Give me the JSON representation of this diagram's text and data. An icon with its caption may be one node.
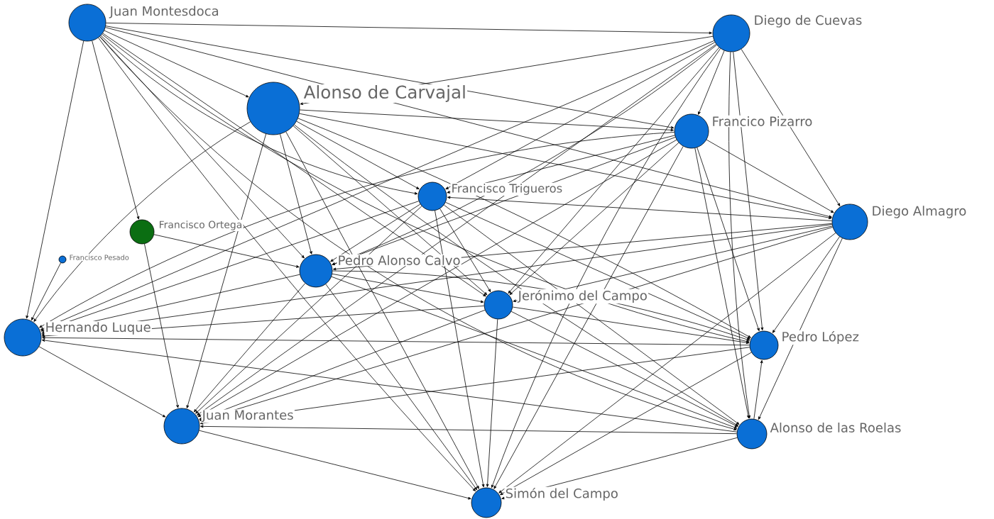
{
  "diagram": {
    "nodes": [
      {
        "text": [
          "Juan Montesdoca"
        ]
      },
      {
        "text": [
          "Diego de Cuevas"
        ]
      },
      {
        "text": [
          "Alonso de Carvajal"
        ]
      },
      {
        "text": [
          "Francico Pizarro"
        ]
      },
      {
        "text": [
          "Francisco Trigueros"
        ]
      },
      {
        "text": [
          "Diego Almagro"
        ]
      },
      {
        "text": [
          "Francisco Ortega"
        ]
      },
      {
        "text": [
          "Francisco Pesado"
        ]
      },
      {
        "text": [
          "Pedro Alonso Calvo"
        ]
      },
      {
        "text": [
          "Jerónimo del Campo"
        ]
      },
      {
        "text": [
          "Hernando Luque"
        ]
      },
      {
        "text": [
          "Pedro López"
        ]
      },
      {
        "text": [
          "Juan Morantes"
        ]
      },
      {
        "text": [
          "Alonso de las Roelas"
        ]
      },
      {
        "text": [
          "Simón del Campo"
        ]
      }
    ],
    "edges": [
      {
        "from": 0,
        "to": 1,
        "arrow": "to"
      },
      {
        "from": 0,
        "to": 2,
        "arrow": "to"
      },
      {
        "from": 0,
        "to": 3,
        "arrow": "to"
      },
      {
        "from": 0,
        "to": 4,
        "arrow": "to"
      },
      {
        "from": 0,
        "to": 5,
        "arrow": "to"
      },
      {
        "from": 0,
        "to": 6,
        "arrow": "to"
      },
      {
        "from": 0,
        "to": 8,
        "arrow": "to"
      },
      {
        "from": 0,
        "to": 9,
        "arrow": "to"
      },
      {
        "from": 0,
        "to": 10,
        "arrow": "to"
      },
      {
        "from": 0,
        "to": 11,
        "arrow": "to"
      },
      {
        "from": 0,
        "to": 13,
        "arrow": "to"
      },
      {
        "from": 0,
        "to": 14,
        "arrow": "to"
      },
      {
        "from": 1,
        "to": 2,
        "arrow": "to"
      },
      {
        "from": 1,
        "to": 3,
        "arrow": "to"
      },
      {
        "from": 1,
        "to": 4,
        "arrow": "to"
      },
      {
        "from": 1,
        "to": 5,
        "arrow": "to"
      },
      {
        "from": 1,
        "to": 8,
        "arrow": "to"
      },
      {
        "from": 1,
        "to": 9,
        "arrow": "to"
      },
      {
        "from": 1,
        "to": 10,
        "arrow": "to"
      },
      {
        "from": 1,
        "to": 11,
        "arrow": "to"
      },
      {
        "from": 1,
        "to": 12,
        "arrow": "to"
      },
      {
        "from": 1,
        "to": 13,
        "arrow": "to"
      },
      {
        "from": 1,
        "to": 14,
        "arrow": "to"
      },
      {
        "from": 2,
        "to": 3,
        "arrow": "to"
      },
      {
        "from": 2,
        "to": 4,
        "arrow": "to"
      },
      {
        "from": 2,
        "to": 5,
        "arrow": "to"
      },
      {
        "from": 2,
        "to": 8,
        "arrow": "to"
      },
      {
        "from": 2,
        "to": 9,
        "arrow": "to"
      },
      {
        "from": 2,
        "to": 10,
        "arrow": "to"
      },
      {
        "from": 2,
        "to": 11,
        "arrow": "to"
      },
      {
        "from": 2,
        "to": 12,
        "arrow": "to"
      },
      {
        "from": 2,
        "to": 13,
        "arrow": "to"
      },
      {
        "from": 2,
        "to": 14,
        "arrow": "to"
      },
      {
        "from": 3,
        "to": 4,
        "arrow": "to"
      },
      {
        "from": 3,
        "to": 5,
        "arrow": "to"
      },
      {
        "from": 3,
        "to": 8,
        "arrow": "to"
      },
      {
        "from": 3,
        "to": 9,
        "arrow": "to"
      },
      {
        "from": 3,
        "to": 10,
        "arrow": "to"
      },
      {
        "from": 3,
        "to": 11,
        "arrow": "to"
      },
      {
        "from": 3,
        "to": 12,
        "arrow": "to"
      },
      {
        "from": 3,
        "to": 13,
        "arrow": "to"
      },
      {
        "from": 3,
        "to": 14,
        "arrow": "to"
      },
      {
        "from": 5,
        "to": 4,
        "arrow": "to"
      },
      {
        "from": 5,
        "to": 8,
        "arrow": "to"
      },
      {
        "from": 5,
        "to": 9,
        "arrow": "to"
      },
      {
        "from": 5,
        "to": 10,
        "arrow": "to"
      },
      {
        "from": 5,
        "to": 11,
        "arrow": "to"
      },
      {
        "from": 5,
        "to": 12,
        "arrow": "to"
      },
      {
        "from": 5,
        "to": 13,
        "arrow": "to"
      },
      {
        "from": 5,
        "to": 14,
        "arrow": "to"
      },
      {
        "from": 4,
        "to": 8,
        "arrow": "to"
      },
      {
        "from": 4,
        "to": 9,
        "arrow": "to"
      },
      {
        "from": 4,
        "to": 10,
        "arrow": "to"
      },
      {
        "from": 4,
        "to": 11,
        "arrow": "to"
      },
      {
        "from": 4,
        "to": 12,
        "arrow": "to"
      },
      {
        "from": 4,
        "to": 13,
        "arrow": "to"
      },
      {
        "from": 4,
        "to": 14,
        "arrow": "to"
      },
      {
        "from": 6,
        "to": 8,
        "arrow": "to"
      },
      {
        "from": 6,
        "to": 12,
        "arrow": "to"
      },
      {
        "from": 7,
        "to": 10,
        "arrow": "to"
      },
      {
        "from": 8,
        "to": 9,
        "arrow": "to"
      },
      {
        "from": 8,
        "to": 10,
        "arrow": "to"
      },
      {
        "from": 8,
        "to": 11,
        "arrow": "to"
      },
      {
        "from": 8,
        "to": 12,
        "arrow": "to"
      },
      {
        "from": 8,
        "to": 13,
        "arrow": "to"
      },
      {
        "from": 8,
        "to": 14,
        "arrow": "to"
      },
      {
        "from": 9,
        "to": 10,
        "arrow": "to"
      },
      {
        "from": 9,
        "to": 11,
        "arrow": "to"
      },
      {
        "from": 9,
        "to": 12,
        "arrow": "to"
      },
      {
        "from": 9,
        "to": 13,
        "arrow": "to"
      },
      {
        "from": 9,
        "to": 14,
        "arrow": "to"
      },
      {
        "from": 11,
        "to": 10,
        "arrow": "to"
      },
      {
        "from": 13,
        "to": 10,
        "arrow": "to"
      },
      {
        "from": 13,
        "to": 11,
        "arrow": "to"
      },
      {
        "from": 11,
        "to": 12,
        "arrow": "to"
      },
      {
        "from": 11,
        "to": 14,
        "arrow": "to"
      },
      {
        "from": 13,
        "to": 12,
        "arrow": "to"
      },
      {
        "from": 13,
        "to": 14,
        "arrow": "to"
      },
      {
        "from": 10,
        "to": 12,
        "arrow": "to"
      },
      {
        "from": 12,
        "to": 14,
        "arrow": "to"
      }
    ]
  }
}
